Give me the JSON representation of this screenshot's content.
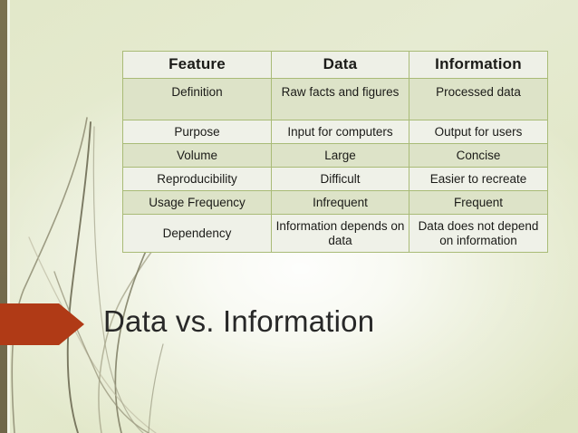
{
  "slide": {
    "title": "Data vs. Information",
    "background_color": "#e2e8c9",
    "accent_color": "#b03a16",
    "strip_color": "#756c50",
    "table_border_color": "#a9bb77"
  },
  "table": {
    "headers": [
      "Feature",
      "Data",
      "Information"
    ],
    "rows": [
      {
        "feature": "Definition",
        "data": "Raw facts and figures",
        "information": "Processed data"
      },
      {
        "feature": "Purpose",
        "data": "Input for computers",
        "information": "Output for users"
      },
      {
        "feature": "Volume",
        "data": "Large",
        "information": "Concise"
      },
      {
        "feature": "Reproducibility",
        "data": "Difficult",
        "information": "Easier to recreate"
      },
      {
        "feature": "Usage Frequency",
        "data": "Infrequent",
        "information": "Frequent"
      },
      {
        "feature": "Dependency",
        "data": "Information depends on data",
        "information": "Data does not depend on information"
      }
    ]
  }
}
